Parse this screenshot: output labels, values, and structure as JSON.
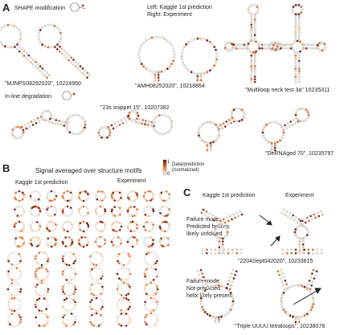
{
  "panel_a": {
    "letter": "A",
    "shape_label": "SHAPE modification",
    "inline_label": "In-line degradation",
    "legend_line1": "Left: Kaggle 1st prediction",
    "legend_line2": "Right: Experiment",
    "captions": [
      "\"MJNPS08292020\", 10224950",
      "\"AMH08252020\", 10218864",
      "\"Multiloop neck test 3a\" 10235311",
      "\"23s snippet 15\", 10207382",
      "\"DeRNAged 70\", 10235797"
    ]
  },
  "panel_b": {
    "letter": "B",
    "title": "Signal averaged over structure motifs",
    "left_header": "Kaggle 1st prediction",
    "right_header": "Experiment",
    "colorbar_top": "1",
    "colorbar_bottom": "0",
    "colorbar_label1": "Data/prediction",
    "colorbar_label2": "(normalized)"
  },
  "panel_c": {
    "letter": "C",
    "left_header": "Kaggle 1st prediction",
    "right_header": "Experiment",
    "failure1_l1": "Failure mode:",
    "failure1_l2": "Predicted helices",
    "failure1_l3": "likely unfolded",
    "caption1": "\"2204Sept042020\", 10233615",
    "failure2_l1": "Failure mode:",
    "failure2_l2": "Not-predicted",
    "failure2_l3": "helix likely present",
    "caption2": "\"Triple UUUU tetraloops\", 10238078"
  },
  "colors": {
    "high": "#7a1f0f",
    "mid": "#e8702a",
    "low": "#f6c79a",
    "base": "#e6e6e6"
  }
}
